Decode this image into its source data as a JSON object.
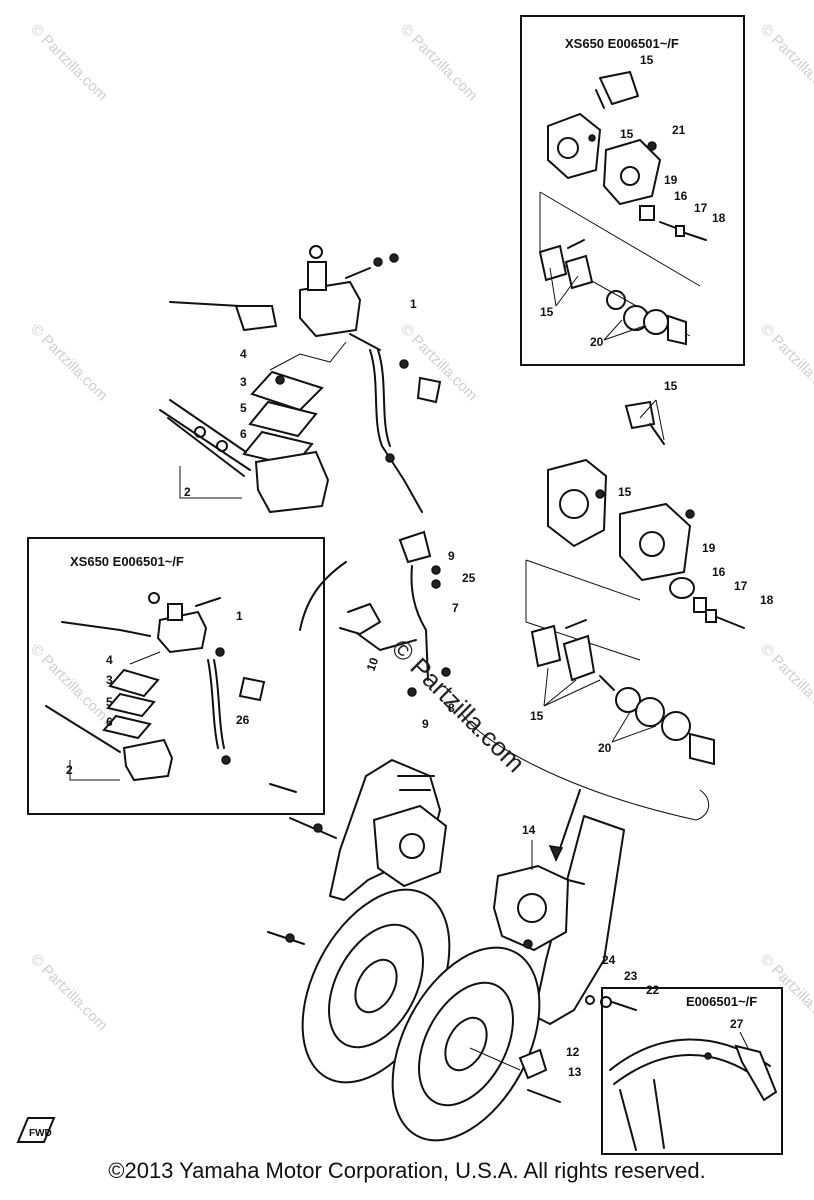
{
  "boxes": {
    "top_right_title": "XS650 E006501~/F",
    "left_title": "XS650 E006501~/F",
    "bottom_right_title": "E006501~/F"
  },
  "watermark": {
    "small": "© Partzilla.com",
    "big": "© Partzilla.com"
  },
  "callouts": {
    "p1": "1",
    "p2": "2",
    "p3": "3",
    "p4": "4",
    "p5": "5",
    "p6": "6",
    "p7": "7",
    "p8": "8",
    "p9a": "9",
    "p9b": "9",
    "p10": "10",
    "p12": "12",
    "p13": "13",
    "p14": "14",
    "p15a": "15",
    "p15b": "15",
    "p16": "16",
    "p17": "17",
    "p18": "18",
    "p19": "19",
    "p20": "20",
    "p22": "22",
    "p23": "23",
    "p24": "24",
    "p25": "25",
    "tr15a": "15",
    "tr15b": "15",
    "tr15c": "15",
    "tr16": "16",
    "tr17": "17",
    "tr18": "18",
    "tr19": "19",
    "tr20": "20",
    "tr21": "21",
    "l1": "1",
    "l2": "2",
    "l3": "3",
    "l4": "4",
    "l5": "5",
    "l6": "6",
    "l26": "26",
    "br27": "27"
  },
  "fwd_label": "FWD",
  "copyright": "©2013 Yamaha Motor Corporation, U.S.A. All rights reserved."
}
